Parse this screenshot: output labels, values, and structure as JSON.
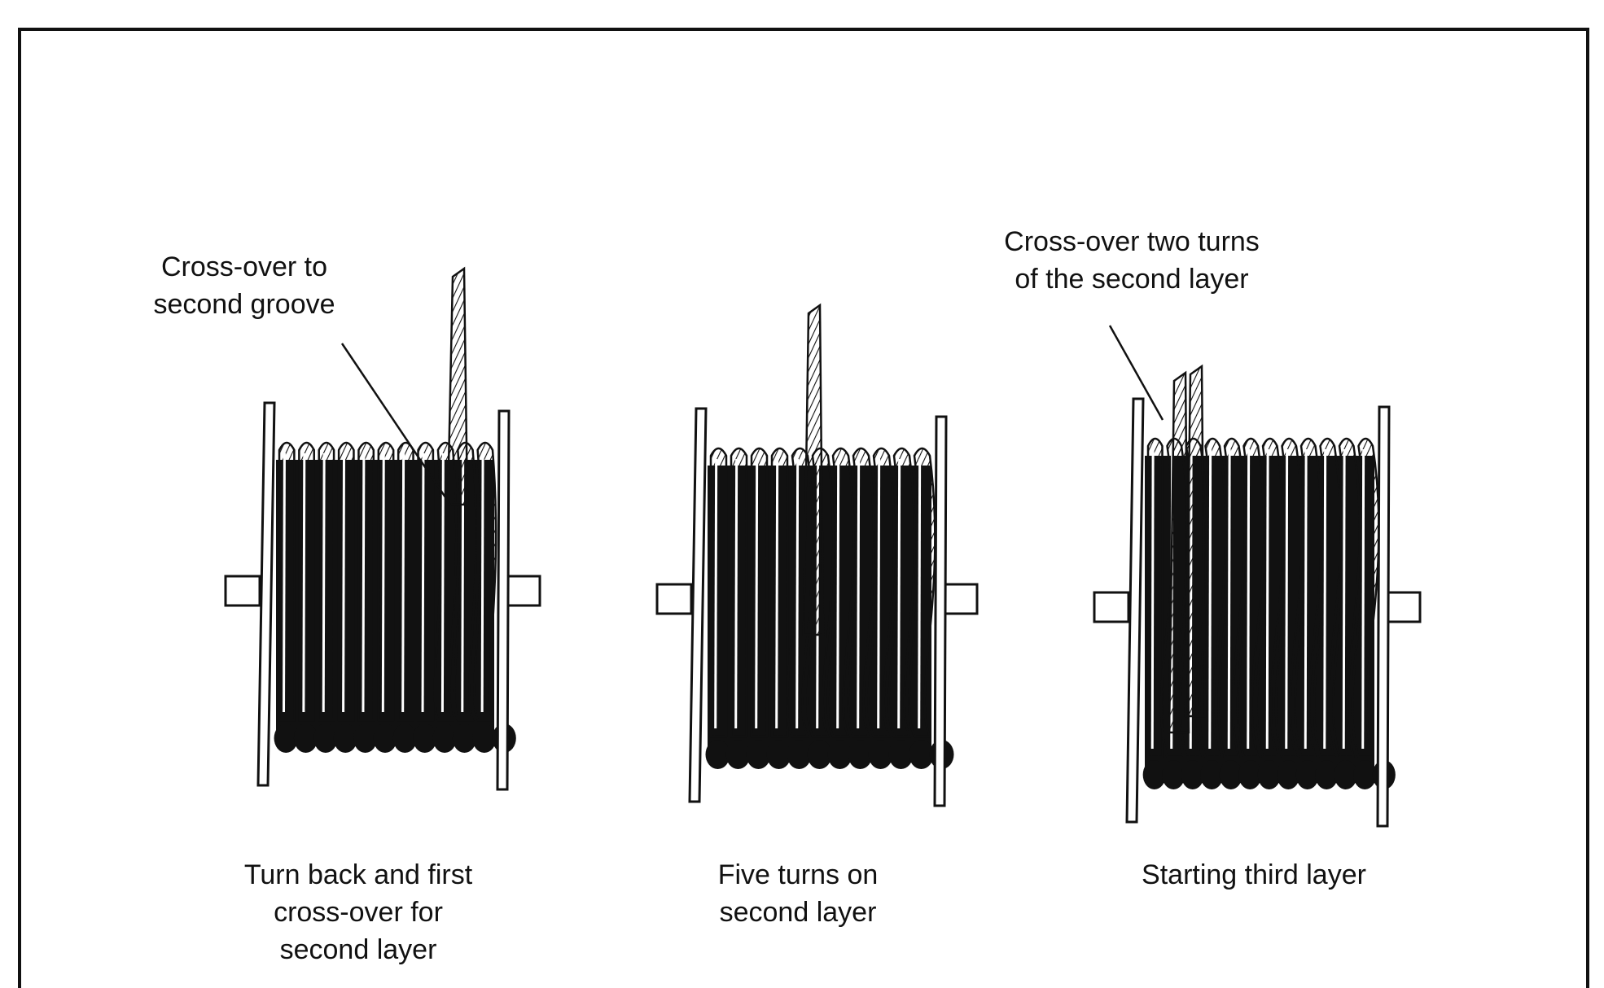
{
  "figure": {
    "panels": [
      {
        "id": "panel-1",
        "caption": [
          "Turn back and first",
          "cross-over for",
          "second layer"
        ],
        "callout": [
          "Cross-over to",
          "second groove"
        ]
      },
      {
        "id": "panel-2",
        "caption": [
          "Five turns on",
          "second layer"
        ]
      },
      {
        "id": "panel-3",
        "caption": [
          "Starting third layer"
        ],
        "callout": [
          "Cross-over two turns",
          "of the second layer"
        ]
      }
    ]
  },
  "colors": {
    "ink": "#111111",
    "paper": "#ffffff"
  }
}
